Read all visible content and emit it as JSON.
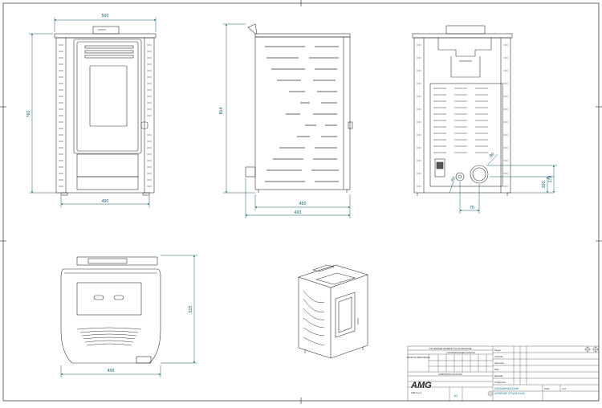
{
  "drawing": {
    "dimensions": {
      "front_width_top": "500",
      "front_height": "760",
      "front_width_bottom": "490",
      "side_height": "814",
      "side_depth_inner": "450",
      "side_depth_total": "493",
      "rear_pipe_diam": "80",
      "rear_flue_diam": "80",
      "rear_offset_x": "75",
      "rear_height_1": "100",
      "rear_height_2": "178",
      "top_depth": "515",
      "top_width": "499"
    }
  },
  "title_block": {
    "general_tolerances_title": "TOLLERANZE GENERALI DI LAVORAZIONE",
    "tolerances_subtitle": "LAVORAZIONI MECCANICHE",
    "degree_label": "GRADO DI PRECISIONE",
    "angular_dimensions_title": "DIMENSIONI ANGOLARI",
    "company_logo_text": "AMG",
    "company_name": "AMG S.p.A.",
    "scale_label": "Scala",
    "scale_value": "1:10",
    "drawing_title_label": "DENOMINAZIONE",
    "drawing_title": "ASSIEME STUFA 8 kW",
    "format_value": "A3",
    "rows": [
      {
        "label": "Disegn.",
        "value": ""
      },
      {
        "label": "Verificato",
        "value": ""
      },
      {
        "label": "Approvato",
        "value": ""
      },
      {
        "label": "Data",
        "value": ""
      },
      {
        "label": "Materiale",
        "value": ""
      },
      {
        "label": "Trattamento",
        "value": ""
      }
    ]
  },
  "colors": {
    "line": "#333333",
    "dimension": "#0a5a6a",
    "accent": "#0a7a8a"
  }
}
